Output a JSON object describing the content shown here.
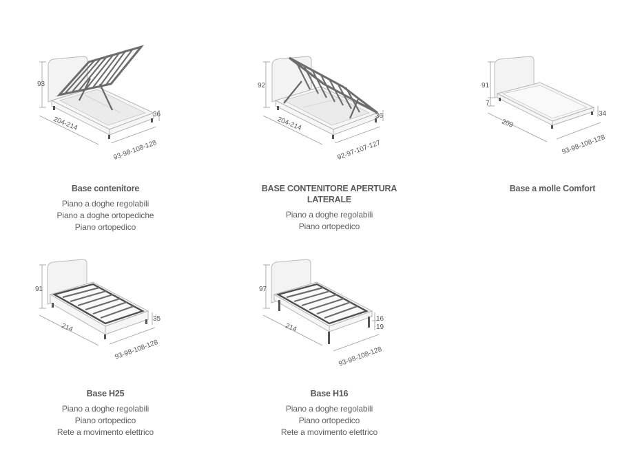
{
  "products": [
    {
      "id": "base-contenitore",
      "title": "Base contenitore",
      "features": [
        "Piano a doghe regolabili",
        "Piano a doghe ortopediche",
        "Piano ortopedico"
      ],
      "dimensions": {
        "headboard_height": "93",
        "length": "204-214",
        "height": "36",
        "width": "93-98-108-128"
      }
    },
    {
      "id": "base-contenitore-apertura-laterale",
      "title": "BASE CONTENITORE APERTURA LATERALE",
      "features": [
        "Piano a doghe regolabili",
        "Piano ortopedico"
      ],
      "dimensions": {
        "headboard_height": "92",
        "length": "204-214",
        "height": "36",
        "width": "92-97-107-127"
      }
    },
    {
      "id": "base-a-molle-comfort",
      "title": "Base a molle Comfort",
      "features": [],
      "dimensions": {
        "headboard_height": "91",
        "floor_gap": "7",
        "length": "209",
        "height": "34",
        "width": "93-98-108-128"
      }
    },
    {
      "id": "base-h25",
      "title": "Base H25",
      "features": [
        "Piano a doghe regolabili",
        "Piano ortopedico",
        "Rete a movimento elettrico"
      ],
      "dimensions": {
        "headboard_height": "91",
        "length": "214",
        "height": "35",
        "width": "93-98-108-128"
      }
    },
    {
      "id": "base-h16",
      "title": "Base H16",
      "features": [
        "Piano a doghe regolabili",
        "Piano ortopedico",
        "Rete a movimento elettrico"
      ],
      "dimensions": {
        "headboard_height": "97",
        "length": "214",
        "height": "16",
        "leg_height": "19",
        "width": "93-98-108-128"
      }
    }
  ],
  "colors": {
    "text": "#5f5f5f",
    "line": "#9a9a9a",
    "slat": "#6d6d6d"
  }
}
